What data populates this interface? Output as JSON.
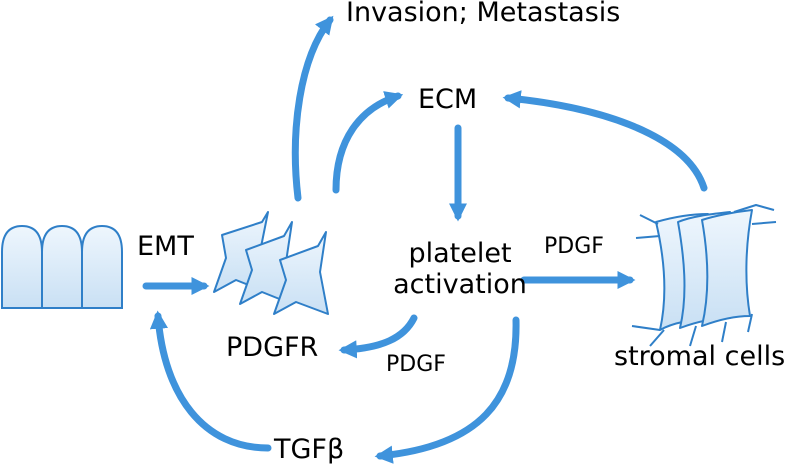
{
  "labels": {
    "invasion": "Invasion; Metastasis",
    "ecm": "ECM",
    "emt": "EMT",
    "platelet_line1": "platelet",
    "platelet_line2": "activation",
    "pdgf_right": "PDGF",
    "pdgfr": "PDGFR",
    "pdgf_lower": "PDGF",
    "stromal": "stromal cells",
    "tgfb": "TGFβ"
  },
  "colors": {
    "arrow": "#3F93DC",
    "cell_fill": "#D8E9F7",
    "cell_stroke": "#2F7FC8",
    "text": "#000000"
  }
}
